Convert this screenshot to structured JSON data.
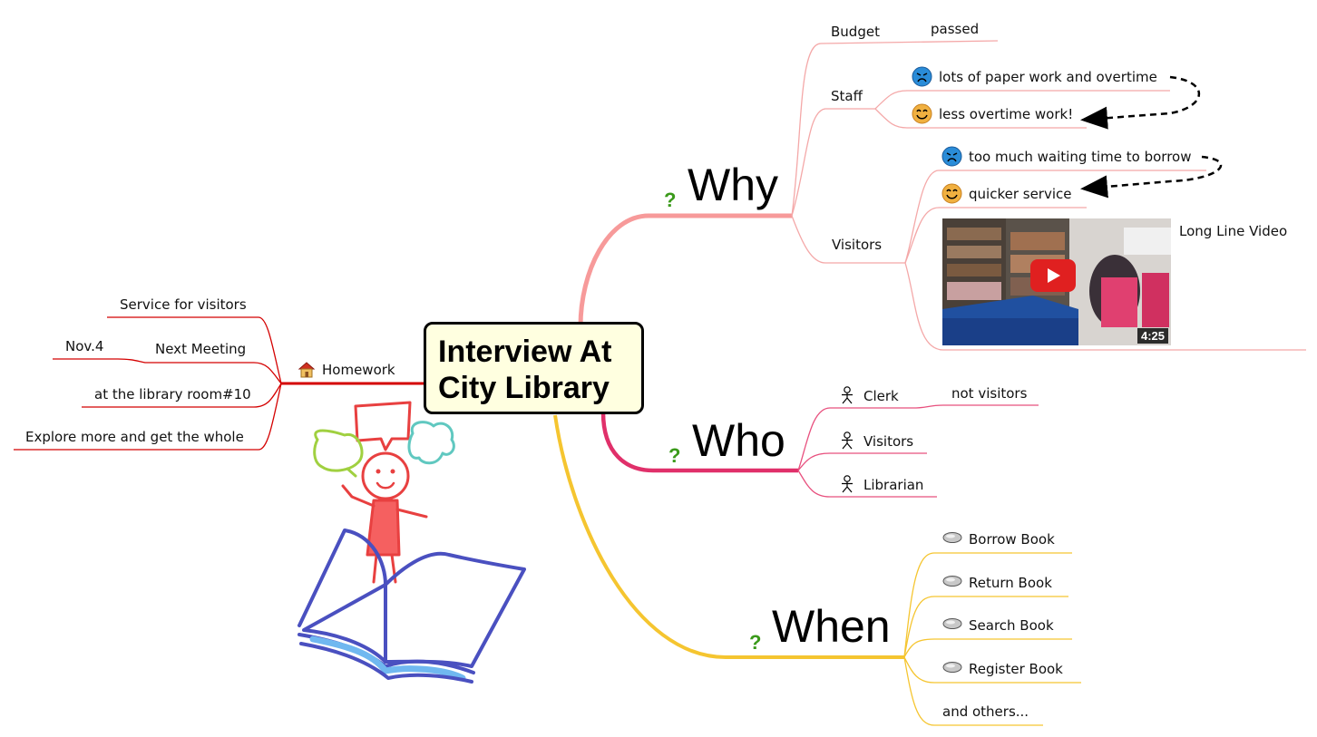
{
  "central": {
    "line1": "Interview At",
    "line2": "City Library"
  },
  "why": {
    "label": "Why",
    "budget": {
      "label": "Budget",
      "value": "passed"
    },
    "staff": {
      "label": "Staff",
      "sad": "lots of paper work and overtime",
      "happy": "less overtime work!"
    },
    "visitors": {
      "label": "Visitors",
      "sad": "too much waiting time to borrow",
      "happy": "quicker service",
      "video_title": "Long Line Video",
      "video_duration": "4:25"
    }
  },
  "who": {
    "label": "Who",
    "items": [
      "Clerk",
      "Visitors",
      "Librarian"
    ],
    "clerk_note": "not visitors"
  },
  "when": {
    "label": "When",
    "items": [
      "Borrow Book",
      "Return Book",
      "Search Book",
      "Register Book"
    ],
    "others": "and others..."
  },
  "homework": {
    "label": "Homework",
    "items": [
      "Service for visitors",
      "Next Meeting",
      "at the library room#10",
      "Explore more and get the whole"
    ],
    "meeting_date": "Nov.4"
  },
  "colors": {
    "why": "#f4a0a0",
    "who": "#e0306a",
    "when": "#f5c530",
    "homework": "#d40000"
  }
}
